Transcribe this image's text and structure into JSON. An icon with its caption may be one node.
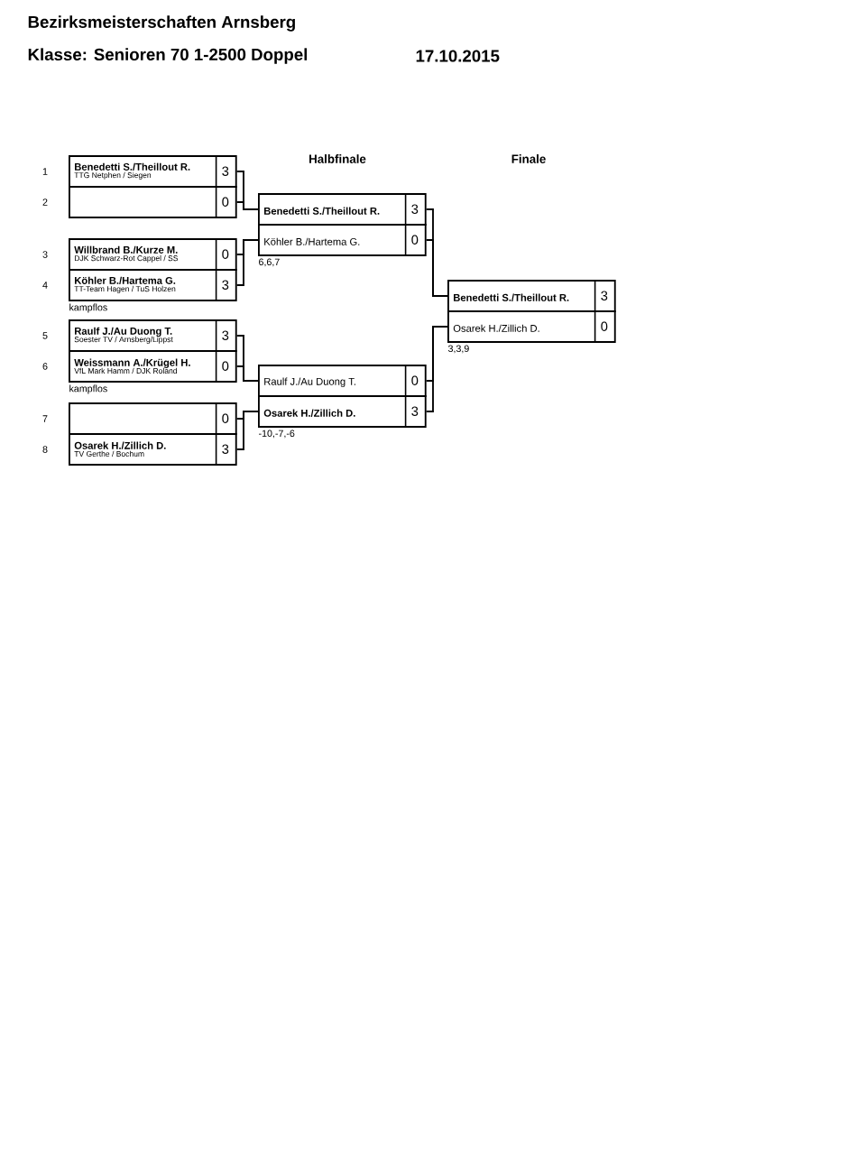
{
  "diagram": {
    "title": "Bezirksmeisterschaften Arnsberg",
    "nodes": [
      {
        "text": [
          "Benedetti S./Theillout R.",
          "TTG Netphen / Siegen",
          "3"
        ],
        "beside": [
          "1"
        ]
      },
      {
        "text": [
          "0"
        ],
        "beside": [
          "2"
        ]
      },
      {
        "text": [
          "Willbrand B./Kurze M.",
          "DJK Schwarz-Rot Cappel / SS",
          "0"
        ],
        "beside": [
          "3"
        ]
      },
      {
        "text": [
          "Köhler B./Hartema G.",
          "TT-Team Hagen / TuS Holzen",
          "3"
        ],
        "beside": [
          "4",
          "kampflos"
        ]
      },
      {
        "text": [
          "Raulf J./Au Duong T.",
          "Soester TV / Arnsberg/Lippst",
          "3"
        ],
        "beside": [
          "5"
        ]
      },
      {
        "text": [
          "Weissmann A./Krügel H.",
          "VfL Mark Hamm / DJK Roland",
          "0"
        ],
        "beside": [
          "6",
          "kampflos"
        ]
      },
      {
        "text": [
          "0"
        ],
        "beside": [
          "7"
        ]
      },
      {
        "text": [
          "Osarek H./Zillich D.",
          "TV Gerthe / Bochum",
          "3"
        ],
        "beside": [
          "8"
        ]
      },
      {
        "text": [
          "Benedetti S./Theillout R.",
          "3"
        ]
      },
      {
        "text": [
          "Köhler B./Hartema G.",
          "0"
        ],
        "beside": [
          "6,6,7"
        ]
      },
      {
        "text": [
          "Raulf J./Au Duong T.",
          "0"
        ]
      },
      {
        "text": [
          "Osarek H./Zillich D.",
          "3"
        ],
        "beside": [
          "-10,-7,-6"
        ]
      },
      {
        "text": [
          "Benedetti S./Theillout R.",
          "3"
        ]
      },
      {
        "text": [
          "Osarek H./Zillich D.",
          "0"
        ],
        "beside": [
          "3,3,9"
        ]
      }
    ],
    "edges": [
      {
        "from": 0,
        "to": 8,
        "arrow": "none"
      },
      {
        "from": 1,
        "to": 8,
        "arrow": "none"
      },
      {
        "from": 2,
        "to": 9,
        "arrow": "none"
      },
      {
        "from": 3,
        "to": 9,
        "arrow": "none"
      },
      {
        "from": 4,
        "to": 10,
        "arrow": "none"
      },
      {
        "from": 5,
        "to": 10,
        "arrow": "none"
      },
      {
        "from": 6,
        "to": 11,
        "arrow": "none"
      },
      {
        "from": 7,
        "to": 11,
        "arrow": "none"
      },
      {
        "from": 8,
        "to": 12,
        "arrow": "none"
      },
      {
        "from": 9,
        "to": 12,
        "arrow": "none"
      },
      {
        "from": 10,
        "to": 13,
        "arrow": "none"
      },
      {
        "from": 11,
        "to": 13,
        "arrow": "none"
      }
    ],
    "labels": [
      "Klasse: Senioren 70 1-2500 Doppel",
      "17.10.2015",
      "Halbfinale",
      "Finale"
    ]
  }
}
